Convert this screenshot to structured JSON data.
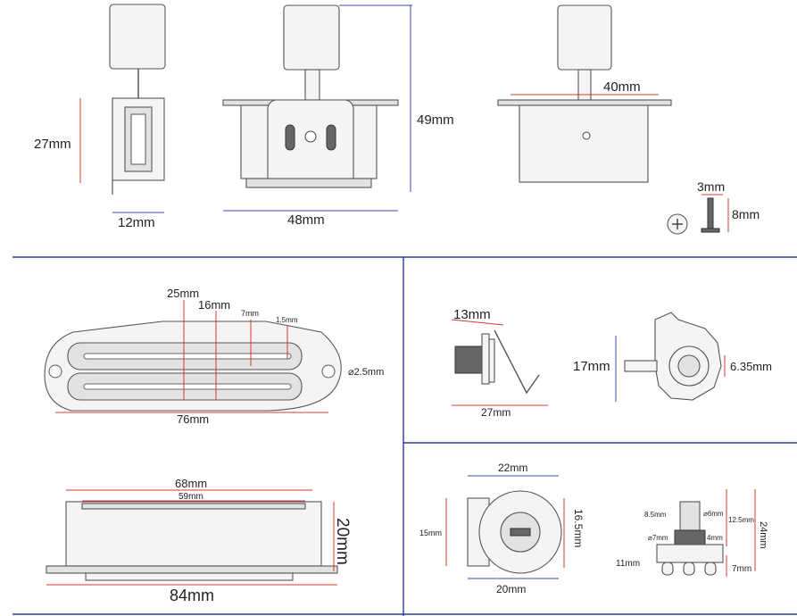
{
  "switch_side": {
    "height": "27mm",
    "width": "12mm"
  },
  "switch_front": {
    "height": "49mm",
    "width": "48mm"
  },
  "switch_back": {
    "width": "40mm"
  },
  "screw": {
    "diameter": "3mm",
    "length": "8mm"
  },
  "pickup_top": {
    "width_outer": "25mm",
    "width_mid": "16mm",
    "width_inner": "7mm",
    "rail": "1.5mm",
    "hole": "⌀2.5mm",
    "length": "76mm"
  },
  "pickup_side": {
    "length_outer": "68mm",
    "length_inner": "59mm",
    "height": "20mm",
    "plate_length": "84mm"
  },
  "jack_side": {
    "thread": "13mm",
    "length": "27mm"
  },
  "jack_front": {
    "height": "17mm",
    "bore": "6.35mm"
  },
  "pot_front": {
    "width": "22mm",
    "height_left": "15mm",
    "height_right": "16.5mm",
    "bottom": "20mm"
  },
  "pot_side": {
    "knurl": "8.5mm",
    "shaft_dia": "⌀6mm",
    "shaft_len": "12.5mm",
    "thread_dia": "⌀7mm",
    "thread_len": "4mm",
    "total": "24mm",
    "lug": "11mm",
    "base": "7mm"
  },
  "colors": {
    "dimension_red": "#d8392f",
    "dimension_blue": "#3c47b8",
    "divider": "#2f3a9c"
  }
}
